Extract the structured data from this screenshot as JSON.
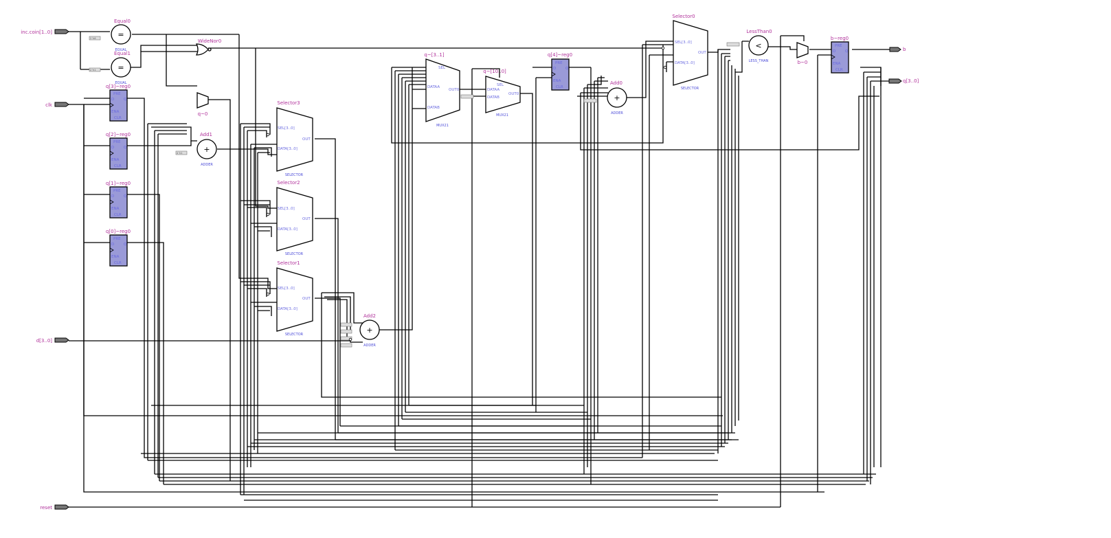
{
  "pins": {
    "in_coin": "inc.coin[1..0]",
    "clk": "clk",
    "d": "d[3..0]",
    "reset": "reset",
    "out_b": "b",
    "out_q": "q[3..0]"
  },
  "blocks": {
    "equal0": "Equal0",
    "equal1": "Equal1",
    "wide_nor0": "WideNor0",
    "q3_reg0": "q[3]~reg0",
    "q2_reg0": "q[2]~reg0",
    "q1_reg0": "q[1]~reg0",
    "q0_reg0": "q[0]~reg0",
    "q_0": "q~0",
    "add1": "Add1",
    "selector3": "Selector3",
    "selector2": "Selector2",
    "selector1": "Selector1",
    "add2": "Add2",
    "q_3_1": "q~[3..1]",
    "q_10_0": "q~[10..0]",
    "q4_reg0": "q[4]~reg0",
    "add0": "Add0",
    "selector0": "Selector0",
    "less_than0": "LessThan0",
    "b_0": "b~0",
    "b_reg0": "b~reg0"
  },
  "types": {
    "equal": "EQUAL",
    "adder": "ADDER",
    "selector": "SELECTOR",
    "mux21": "MUX21",
    "less_than": "LESS_THAN"
  },
  "ports": {
    "pre": "PRE",
    "d": "D",
    "q": "Q",
    "ena": "ENA",
    "clr": "CLR",
    "sel": "SEL[3..0]",
    "data": "DATA[3..0]",
    "out": "OUT",
    "sel_mux": "SEL",
    "dataa": "DATAA",
    "datab": "DATAB",
    "out0": "OUT0"
  },
  "symbols": {
    "equal": "=",
    "plus": "+",
    "less": "<"
  }
}
